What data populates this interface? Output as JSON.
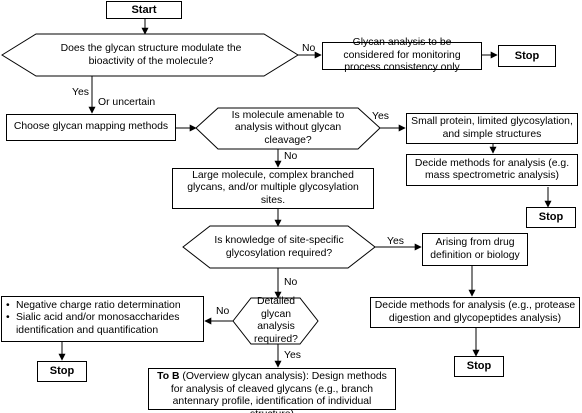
{
  "start": "Start",
  "stop": "Stop",
  "yes": "Yes",
  "no": "No",
  "or_uncertain": "Or uncertain",
  "d1": "Does the glycan structure modulate the bioactivity of the molecule?",
  "b_monitoring": "Glycan analysis to be considered for monitoring process consistency only",
  "b_choose": "Choose glycan mapping methods",
  "d2": "Is molecule amenable to analysis without glycan cleavage?",
  "b_small": "Small protein, limited glycosylation, and simple structures",
  "b_decide1": "Decide methods for analysis (e.g. mass spectrometric analysis)",
  "b_large": "Large molecule, complex branched glycans, and/or multiple glycosylation sites.",
  "d3": "Is knowledge of site-specific glycosylation required?",
  "b_arising": "Arising from drug definition or biology",
  "b_decide2": "Decide methods for analysis (e.g., protease digestion and glycopeptides analysis)",
  "d4": "Detailed glycan analysis required?",
  "bullets": [
    "Negative charge ratio determination",
    "Sialic acid and/or monosaccharides identification and quantification"
  ],
  "bullet_glyph": "•",
  "b_tob_bold": "To B",
  "b_tob_rest": "(Overview glycan analysis): Design methods for analysis of cleaved glycans (e.g., branch antennary profile, identification of individual structure)"
}
